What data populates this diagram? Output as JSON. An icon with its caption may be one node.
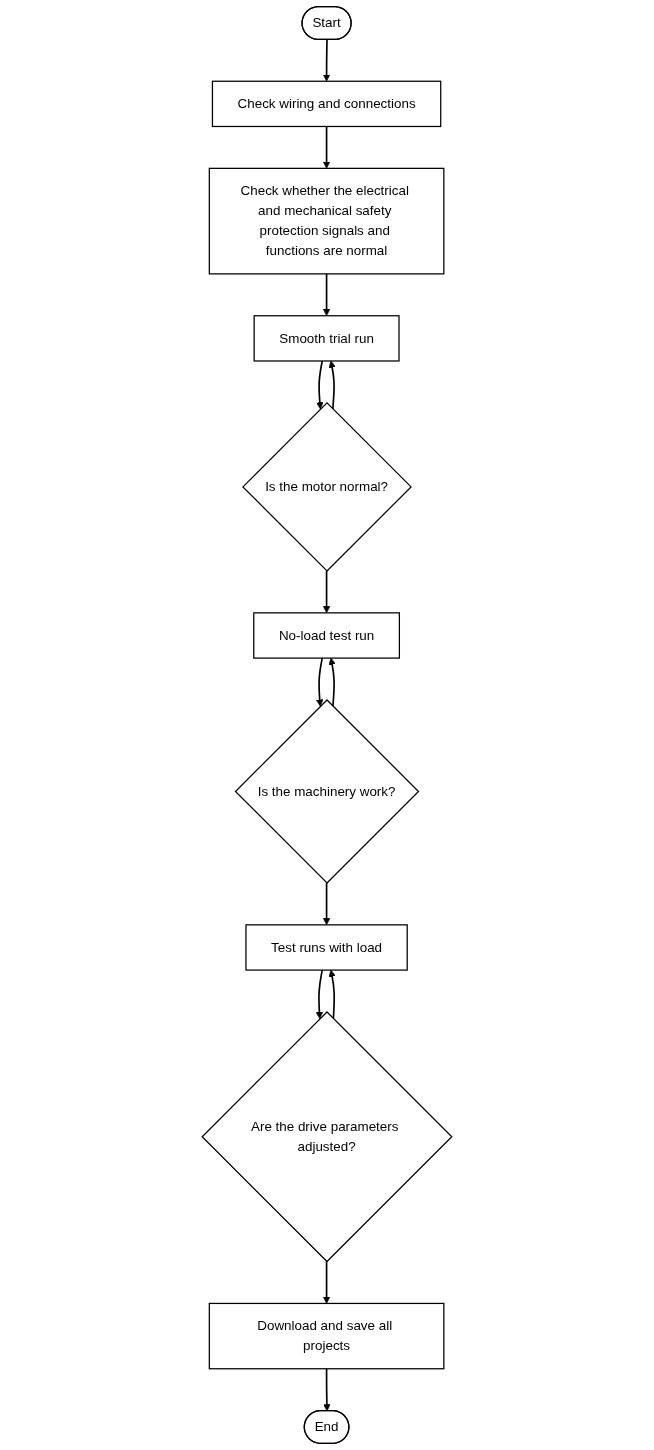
{
  "diagram": {
    "nodes": [
      {
        "text": [
          "Start"
        ]
      },
      {
        "text": [
          "Check wiring and connections"
        ]
      },
      {
        "text": [
          "Check whether the electrical and mechanical safety protection signals and functions are normal"
        ]
      },
      {
        "text": [
          "Smooth trial run"
        ]
      },
      {
        "text": [
          "Is the motor normal?"
        ]
      },
      {
        "text": [
          "No-load test run"
        ]
      },
      {
        "text": [
          "Is the machinery work?"
        ]
      },
      {
        "text": [
          "Test runs with load"
        ]
      },
      {
        "text": [
          "Are the drive parameters adjusted?"
        ]
      },
      {
        "text": [
          "Download and save all projects"
        ]
      },
      {
        "text": [
          "End"
        ]
      }
    ],
    "edges": [
      {
        "from": 0,
        "to": 1,
        "arrow": "to"
      },
      {
        "from": 1,
        "to": 2,
        "arrow": "to"
      },
      {
        "from": 2,
        "to": 3,
        "arrow": "to"
      },
      {
        "from": 3,
        "to": 4,
        "arrow": "to"
      },
      {
        "from": 4,
        "to": 5,
        "arrow": "to"
      },
      {
        "from": 4,
        "to": 3,
        "arrow": "to"
      },
      {
        "from": 5,
        "to": 6,
        "arrow": "to"
      },
      {
        "from": 6,
        "to": 7,
        "arrow": "to"
      },
      {
        "from": 6,
        "to": 5,
        "arrow": "to"
      },
      {
        "from": 7,
        "to": 8,
        "arrow": "to"
      },
      {
        "from": 8,
        "to": 9,
        "arrow": "to"
      },
      {
        "from": 8,
        "to": 7,
        "arrow": "to"
      },
      {
        "from": 9,
        "to": 10,
        "arrow": "to"
      }
    ]
  }
}
